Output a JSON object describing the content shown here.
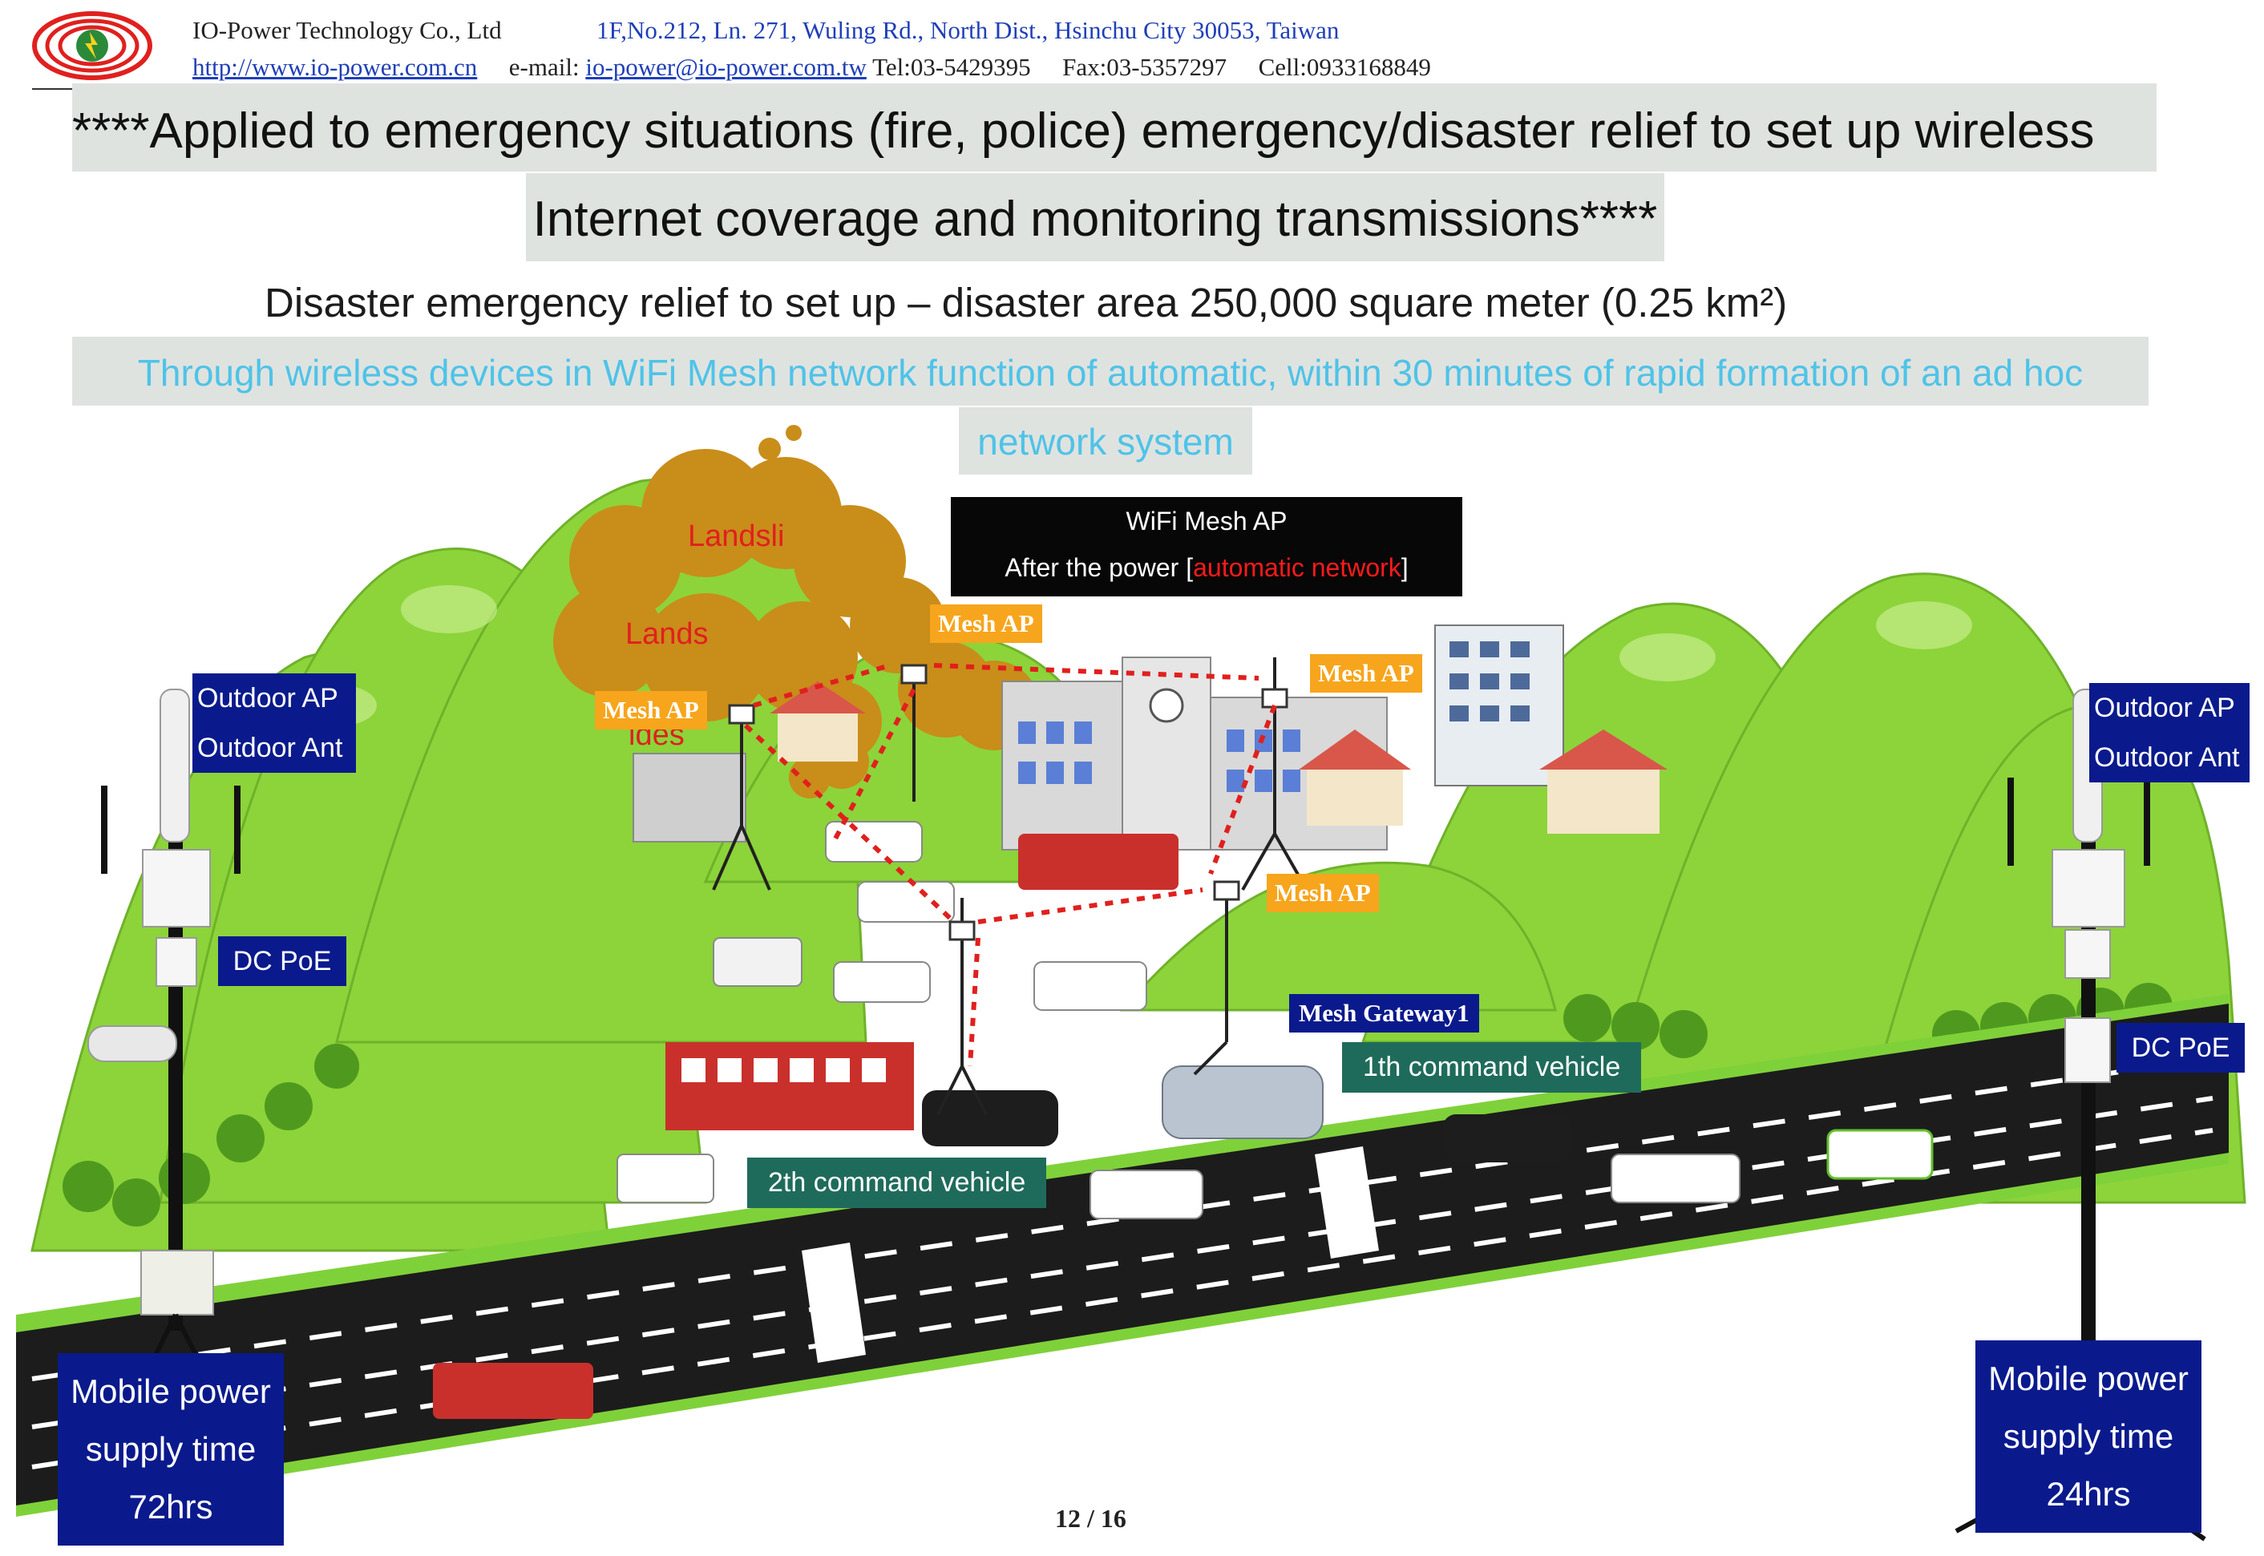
{
  "header": {
    "company": "IO-Power Technology Co., Ltd",
    "address": "1F,No.212, Ln. 271, Wuling Rd., North Dist., Hsinchu City 30053, Taiwan",
    "website": "http://www.io-power.com.cn",
    "email_label": "e-mail:",
    "email": "io-power@io-power.com.tw",
    "tel": "Tel:03-5429395",
    "fax": "Fax:03-5357297",
    "cell": "Cell:0933168849"
  },
  "title": {
    "line1": "****Applied to emergency situations (fire, police) emergency/disaster relief to set up wireless",
    "line2": "Internet coverage and monitoring transmissions****"
  },
  "subtitle": "Disaster emergency relief to set up – disaster area 250,000 square meter (0.25 km²)",
  "description": {
    "line1": "Through wireless devices in WiFi Mesh network function of automatic, within 30 minutes of rapid formation of an ad hoc",
    "line2": "network system"
  },
  "illustration": {
    "landslide_top": "Landsli",
    "landslide_mid": "Lands",
    "landslide_tail": "ides",
    "wifi_box": {
      "line1": "WiFi Mesh AP",
      "line2_prefix": "After the power [",
      "line2_highlight": "automatic network",
      "line2_suffix": "]"
    },
    "mesh_ap_labels": [
      "Mesh AP",
      "Mesh AP",
      "Mesh AP",
      "Mesh AP"
    ],
    "mesh_gateway": "Mesh Gateway1",
    "command_vehicle_1": "1th command vehicle",
    "command_vehicle_2": "2th command vehicle",
    "left_tower": {
      "outdoor_ap": "Outdoor AP",
      "outdoor_ant": "Outdoor Ant",
      "dc_poe": "DC PoE",
      "power_line1": "Mobile power",
      "power_line2": "supply time",
      "power_line3": "72hrs"
    },
    "right_tower": {
      "outdoor_ap": "Outdoor AP",
      "outdoor_ant": "Outdoor Ant",
      "dc_poe": "DC PoE",
      "power_line1": "Mobile power",
      "power_line2": "supply time",
      "power_line3": "24hrs"
    },
    "colors": {
      "hill": "#8cd43a",
      "road": "#1a1a1a",
      "navy": "#0a1a8c",
      "orange": "#f7a51c",
      "teal": "#1f6b5b",
      "mud": "#c98d1a",
      "link": "#e0201e"
    }
  },
  "footer": {
    "page": "12 / 16"
  }
}
